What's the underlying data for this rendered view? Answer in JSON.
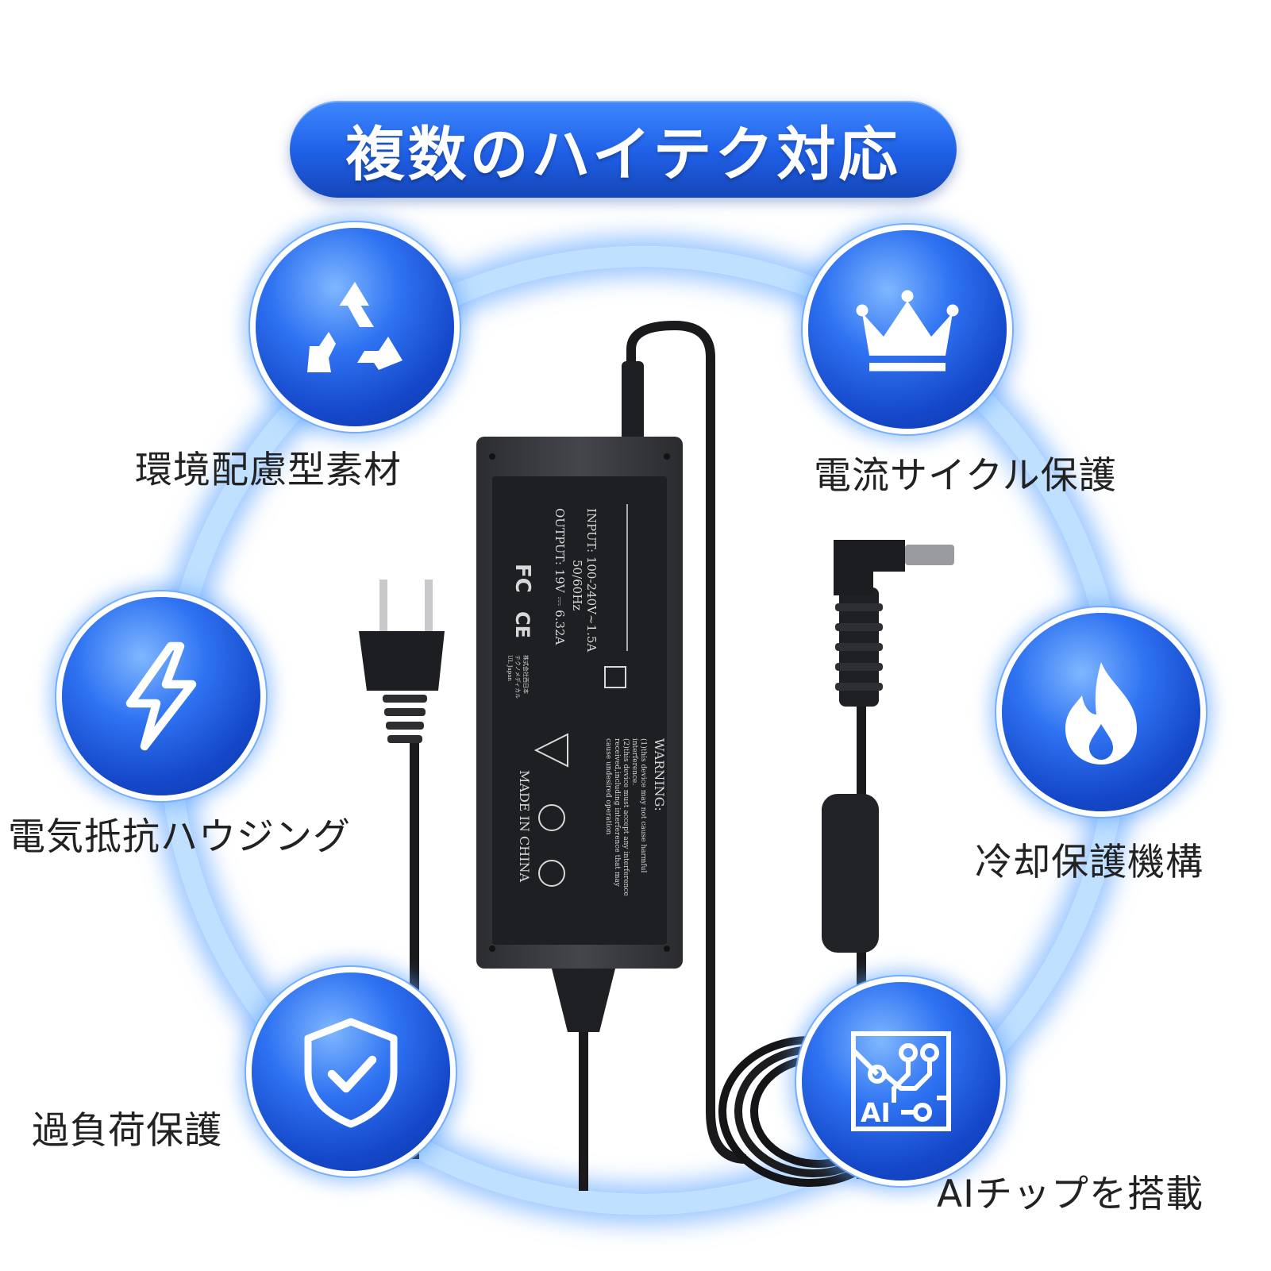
{
  "title": "複数のハイテク対応",
  "features": [
    {
      "label": "環境配慮型素材",
      "icon": "recycle-icon"
    },
    {
      "label": "電流サイクル保護",
      "icon": "crown-icon"
    },
    {
      "label": "電気抵抗ハウジング",
      "icon": "lightning-icon"
    },
    {
      "label": "冷却保護機構",
      "icon": "flame-icon"
    },
    {
      "label": "過負荷保護",
      "icon": "shield-check-icon"
    },
    {
      "label": "AIチップを搭載",
      "icon": "ai-chip-icon"
    }
  ],
  "adapter_label": {
    "input_line1": "INPUT: 100-240V~1.5A",
    "input_line2": "50/60Hz",
    "output_line": "OUTPUT: 19V ⎓ 6.32A",
    "warning_title": "WARNING:",
    "warning_1": "(1)this device may not cause harmful",
    "warning_1b": "interference.",
    "warning_2": "(2)this device must accept any interference",
    "warning_2b": "received,including interference that may",
    "warning_2c": "cause undesired operation",
    "made_in": "MADE IN CHINA",
    "fcc_mark": "FC",
    "ce_mark": "CE",
    "pse_line1": "株式会社西日本",
    "pse_line2": "テクノメディカル",
    "pse_line3": "UL Japan"
  },
  "colors": {
    "badge_blue": "#1f5fe6",
    "ring_glow": "#bfe0ff",
    "label_text": "#222222",
    "adapter_body": "#3a3b40"
  }
}
